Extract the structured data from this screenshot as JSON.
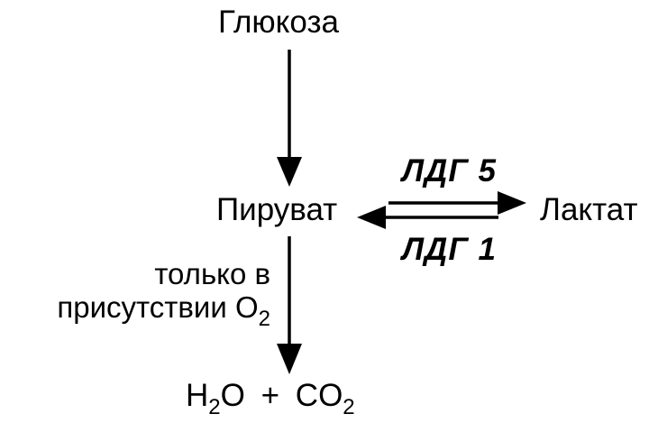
{
  "nodes": {
    "glucose": "Глюкоза",
    "pyruvate": "Пируват",
    "lactate": "Лактат",
    "products": {
      "water_prefix": "H",
      "water_sub": "2",
      "water_suffix": "O",
      "plus": "+",
      "co2_prefix": "CO",
      "co2_sub": "2"
    }
  },
  "enzymes": {
    "forward": "ЛДГ 5",
    "reverse": "ЛДГ 1"
  },
  "condition": {
    "line1": "только  в",
    "line2_prefix": "присутствии  O",
    "line2_sub": "2"
  },
  "colors": {
    "ink": "#000000",
    "background": "#ffffff"
  }
}
